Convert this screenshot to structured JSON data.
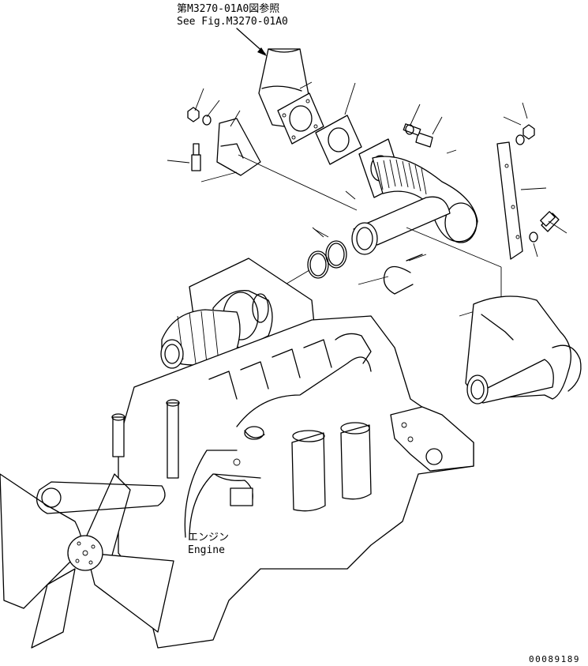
{
  "labels": {
    "ref_jp": "第M3270-01A0図参照",
    "ref_en": "See Fig.M3270-01A0",
    "engine_jp": "エンジン",
    "engine_en": "Engine",
    "figure_number": "00089189"
  },
  "colors": {
    "line": "#000000",
    "background": "#ffffff"
  }
}
